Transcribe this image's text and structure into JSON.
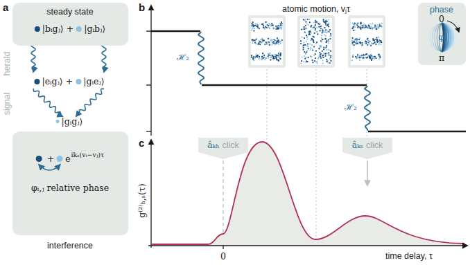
{
  "diagram": {
    "nodes": [
      {
        "text": [
          "steady state",
          "|bᵢgⱼ⟩",
          "+",
          "|gᵢbⱼ⟩"
        ]
      },
      {
        "text": [
          "+",
          "e",
          "ikₛ(vᵢ−vⱼ)τ",
          "φᵢ,ⱼ relative phase",
          "interference"
        ]
      },
      {
        "text": [
          "phase",
          "0",
          "φ",
          "π"
        ]
      }
    ],
    "labels": [
      "a",
      "herald",
      "signal",
      "|eᵢgⱼ⟩",
      "+",
      "|gᵢeⱼ⟩",
      "|gᵢgⱼ⟩",
      "b",
      "atomic motion, vⱼτ",
      "ℋ₂",
      "ℋ₂",
      "âₖₕ",
      "click",
      "âₖₛ",
      "click",
      "c",
      "g⁽²⁾ₕ,ₛ(τ)",
      "0",
      "time delay, τ"
    ]
  }
}
